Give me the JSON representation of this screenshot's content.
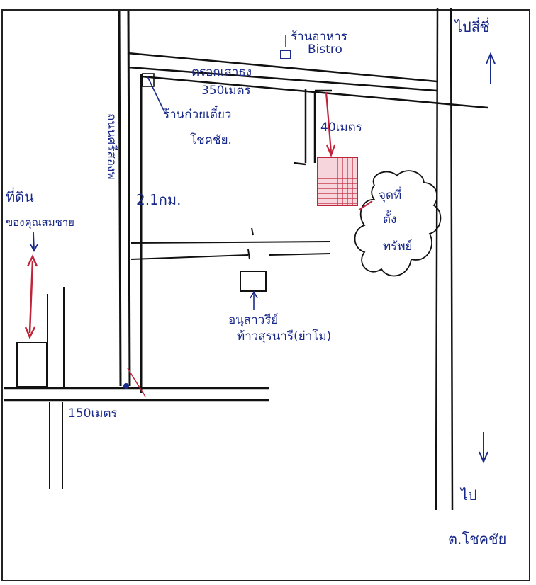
{
  "labels": {
    "to_sisi": "ไปสี่ซี่",
    "to_chokchai": "ไป",
    "chokchai_town": "ต.โชคชัย",
    "restaurant_line1": "ร้านอาหาร",
    "restaurant_line2": "Bistro",
    "soi_name": "ตรอกเสาธง",
    "soi_distance": "350เมตร",
    "noodle_shop_line1": "ร้านก๋วยเตี๋ยว",
    "noodle_shop_line2": "โชคชัย.",
    "plot_distance": "40เมตร",
    "main_road_name": "ถนนศรีสองพ",
    "main_road_distance": "2.1กม.",
    "land_line1": "ที่ดิน",
    "land_line2": "ของคุณสมชาย",
    "monument_line1": "อนุสาวรีย์",
    "monument_line2": "ท้าวสุรนารี(ย่าโม)",
    "point_line1": "จุดที่",
    "point_line2": "ตั้ง",
    "point_line3": "ทรัพย์",
    "bottom_distance": "150เมตร"
  },
  "colors": {
    "ink": "#1a2a8a",
    "marker": "#c0243a",
    "road": "#111111",
    "plot_fill": "#f6d6dc"
  },
  "icons": {
    "up_arrow": "arrow-up-icon",
    "down_arrow": "arrow-down-icon"
  }
}
